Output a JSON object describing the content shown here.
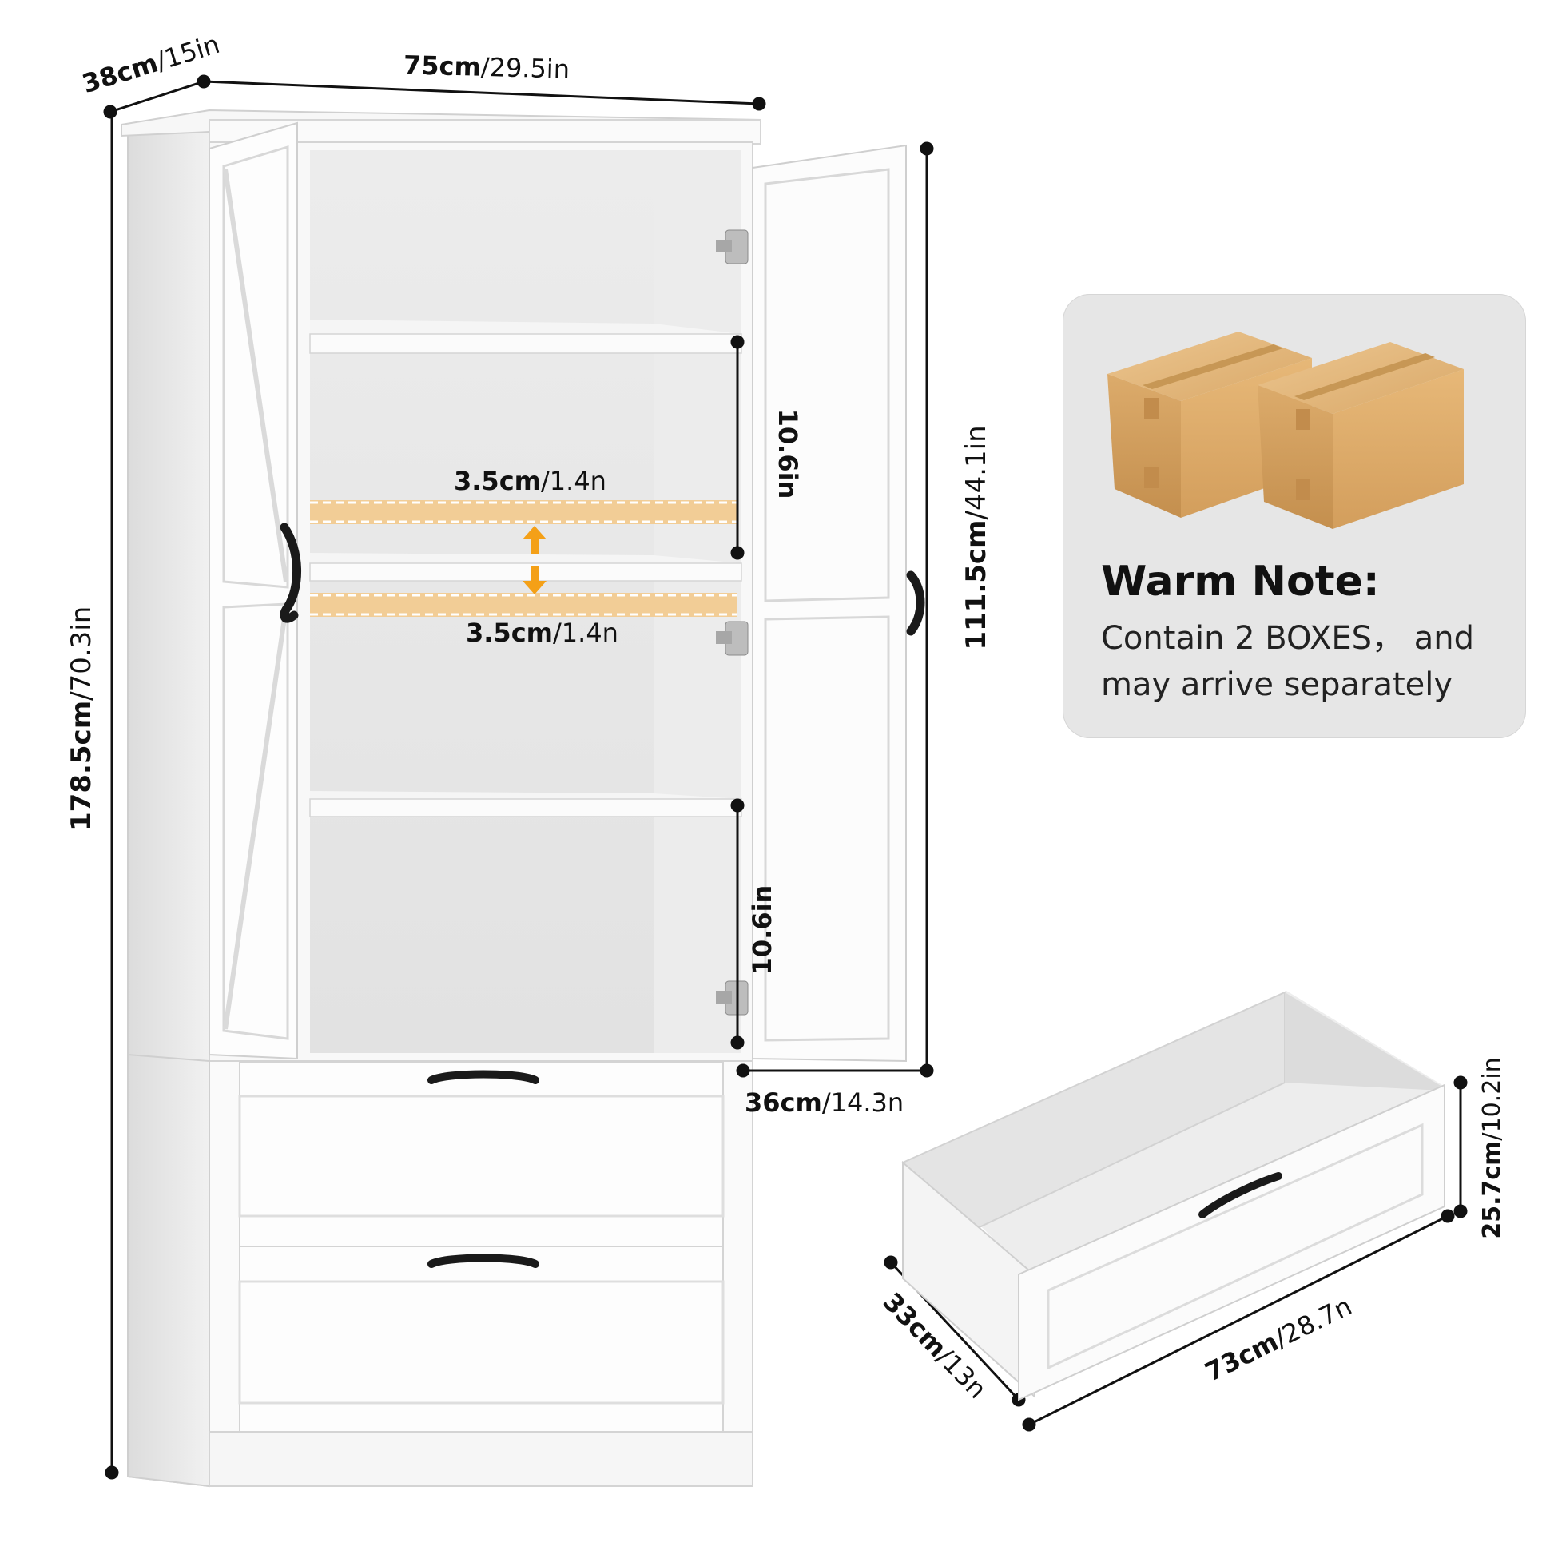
{
  "product": {
    "dimensions": {
      "depth": {
        "metric": "38cm",
        "imperial": "15in"
      },
      "width": {
        "metric": "75cm",
        "imperial": "29.5in"
      },
      "height": {
        "metric": "178.5cm",
        "imperial": "70.3in"
      },
      "upper_cabinet_height": {
        "metric": "111.5cm",
        "imperial": "44.1in"
      },
      "shelf_gap_upper": {
        "imperial": "10.6in"
      },
      "shelf_gap_lower": {
        "imperial": "10.6in"
      },
      "shelf_adjust_up": {
        "metric": "3.5cm",
        "imperial": "1.4n"
      },
      "shelf_adjust_down": {
        "metric": "3.5cm",
        "imperial": "1.4n"
      },
      "inner_depth": {
        "metric": "36cm",
        "imperial": "14.3n"
      }
    },
    "drawer": {
      "width": {
        "metric": "73cm",
        "imperial": "28.7n"
      },
      "depth": {
        "metric": "33cm",
        "imperial": "13n"
      },
      "height": {
        "metric": "25.7cm",
        "imperial": "10.2in"
      }
    }
  },
  "note": {
    "title": "Warm Note:",
    "line1": "Contain 2 BOXES， and",
    "line2": "may arrive separately"
  },
  "colors": {
    "cabinet_white": "#ffffff",
    "cabinet_shade": "#e8e8e8",
    "interior": "#e4e4e4",
    "adjust_band": "#f3c887",
    "arrow": "#f4a017",
    "box_cardboard": "#e2b57a",
    "card_bg": "#e6e6e6",
    "handle": "#1a1a1a"
  }
}
